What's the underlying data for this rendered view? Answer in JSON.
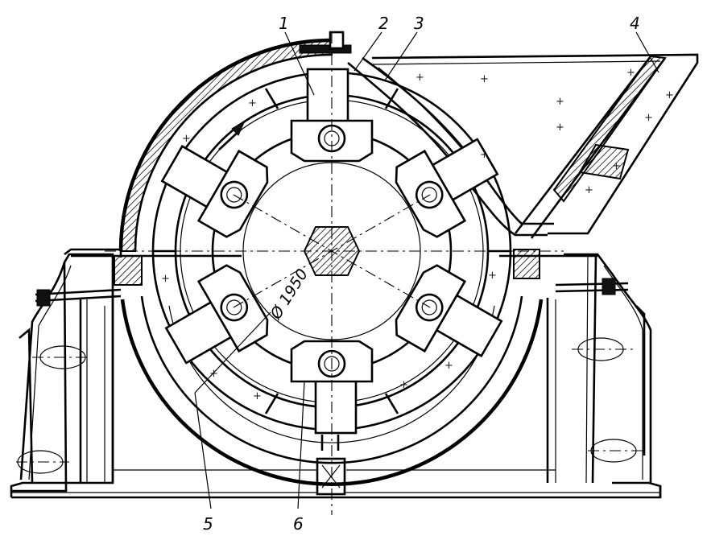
{
  "labels": {
    "l1": "1",
    "l2": "2",
    "l3": "3",
    "l4": "4",
    "l5": "5",
    "l6": "6"
  },
  "dimension": "Ø 1950",
  "colors": {
    "ink": "#000000",
    "paper": "#ffffff"
  }
}
